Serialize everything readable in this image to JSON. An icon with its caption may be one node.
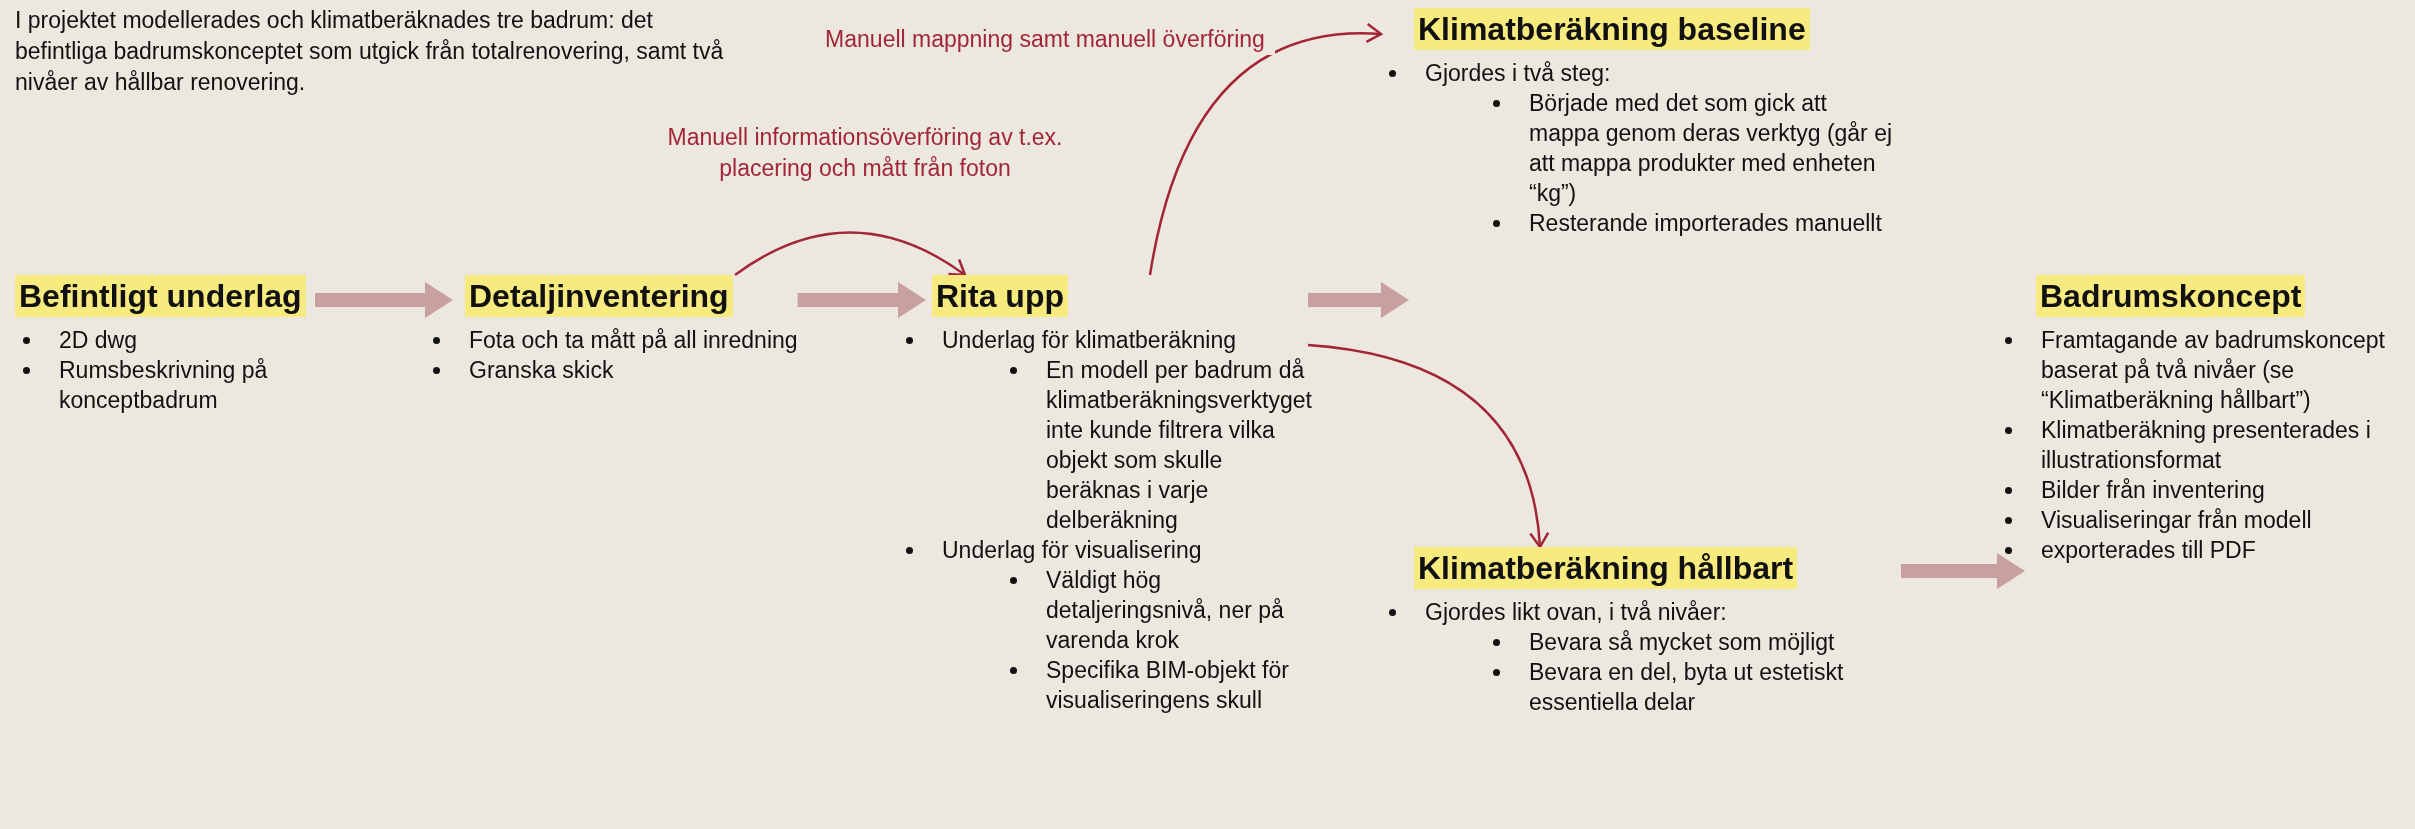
{
  "diagram": {
    "nodes": [
      {
        "text": [
          "Befintligt underlag",
          "2D dwg",
          "Rumsbeskrivning på konceptbadrum"
        ]
      },
      {
        "text": [
          "Detaljinventering",
          "Fota och ta mått på all inredning",
          "Granska skick"
        ]
      },
      {
        "text": [
          "Rita upp",
          "Underlag för klimatberäkning",
          "En modell per badrum då klimatberäkningsverktyget inte kunde filtrera vilka objekt som skulle beräknas i varje delberäkning",
          "Underlag för visualisering",
          "Väldigt hög detaljeringsnivå, ner på varenda krok",
          "Specifika BIM-objekt för visualiseringens skull"
        ]
      },
      {
        "text": [
          "Klimatberäkning baseline",
          "Gjordes i två steg:",
          "Började med det som gick att mappa genom deras verktyg (går ej att mappa produkter med enheten “kg”)",
          "Resterande importerades manuellt"
        ]
      },
      {
        "text": [
          "Klimatberäkning hållbart",
          "Gjordes likt ovan, i två nivåer:",
          "Bevara så mycket som möjligt",
          "Bevara en del, byta ut estetiskt essentiella delar"
        ]
      },
      {
        "text": [
          "Badrumskoncept",
          "Framtagande av badrumskoncept baserat på två nivåer (se “Klimatberäkning hållbart”)",
          "Klimatberäkning presenterades i illustrationsformat",
          "Bilder från inventering",
          "Visualiseringar från modell",
          "exporterades till PDF"
        ]
      }
    ],
    "edges": [
      {
        "from": 0,
        "to": 1,
        "arrow": "to"
      },
      {
        "from": 1,
        "to": 2,
        "arrow": "to"
      },
      {
        "from": 2,
        "to": 3,
        "arrow": "to"
      },
      {
        "from": 4,
        "to": 5,
        "arrow": "to"
      },
      {
        "from": 1,
        "to": 2,
        "arrow": "to",
        "label": "Manuell informationsöverföring av t.ex. placering och mått från foton",
        "color": "#a32638"
      },
      {
        "from": 2,
        "to": 3,
        "arrow": "to",
        "label": "Manuell mappning samt manuell överföring",
        "color": "#a32638"
      },
      {
        "from": 2,
        "to": 4,
        "arrow": "to",
        "color": "#a32638"
      }
    ],
    "labels": [
      "I projektet modellerades och klimatberäknades tre badrum: det befintliga badrumskonceptet som utgick från totalrenovering, samt två nivåer av hållbar renovering."
    ]
  }
}
